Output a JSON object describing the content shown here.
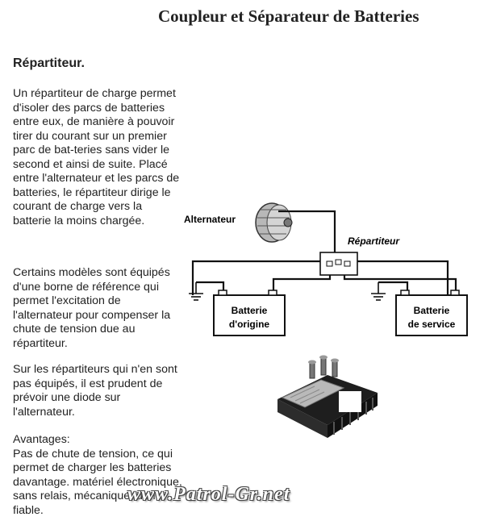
{
  "page_title": "Coupleur et Séparateur de Batteries",
  "section_heading": "Répartiteur.",
  "paragraphs": [
    "Un répartiteur de charge permet d'isoler des parcs de batteries entre eux, de manière à pouvoir tirer du courant sur un premier parc de bat-teries sans vider le second et ainsi de suite. Placé entre l'alternateur et les parcs de batteries, le répartiteur dirige le courant de charge vers la batterie la moins chargée.",
    "Certains modèles sont équipés d'une borne de référence qui permet l'excitation de l'alternateur pour compenser la chute de tension due au répartiteur.",
    "Sur les répartiteurs qui n'en sont pas équipés, il est prudent de prévoir une diode sur l'alternateur.",
    "Avantages:\nPas de chute de tension, ce qui permet de charger les batteries davantage. matériel électronique, sans relais, mécanique, donc fiable."
  ],
  "diagram": {
    "alternator_label": "Alternateur",
    "splitter_label": "Répartiteur",
    "battery_origin_line1": "Batterie",
    "battery_origin_line2": "d'origine",
    "battery_service_line1": "Batterie",
    "battery_service_line2": "de service"
  },
  "watermark": "www.Patrol-Gr.net"
}
